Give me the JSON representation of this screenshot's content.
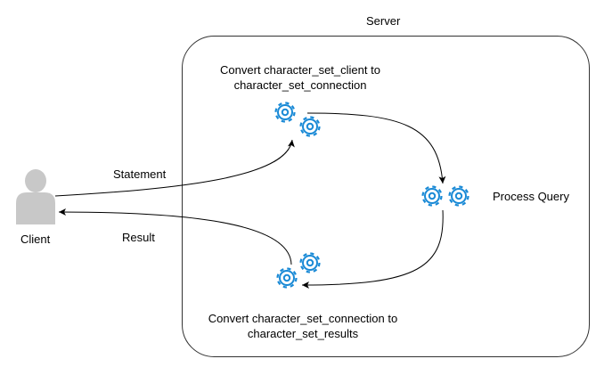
{
  "server": {
    "label": "Server"
  },
  "client": {
    "label": "Client"
  },
  "edges": {
    "statement": "Statement",
    "result": "Result"
  },
  "steps": {
    "convert_in_line1": "Convert character_set_client to",
    "convert_in_line2": "character_set_connection",
    "process": "Process Query",
    "convert_out_line1": "Convert character_set_connection to",
    "convert_out_line2": "character_set_results"
  },
  "colors": {
    "gear": "#1a8ad6",
    "user_icon": "#c8c8c8",
    "box_border": "#333333",
    "arrow": "#000000"
  },
  "icons": {
    "gear": "gear-icon",
    "user": "user-icon"
  }
}
